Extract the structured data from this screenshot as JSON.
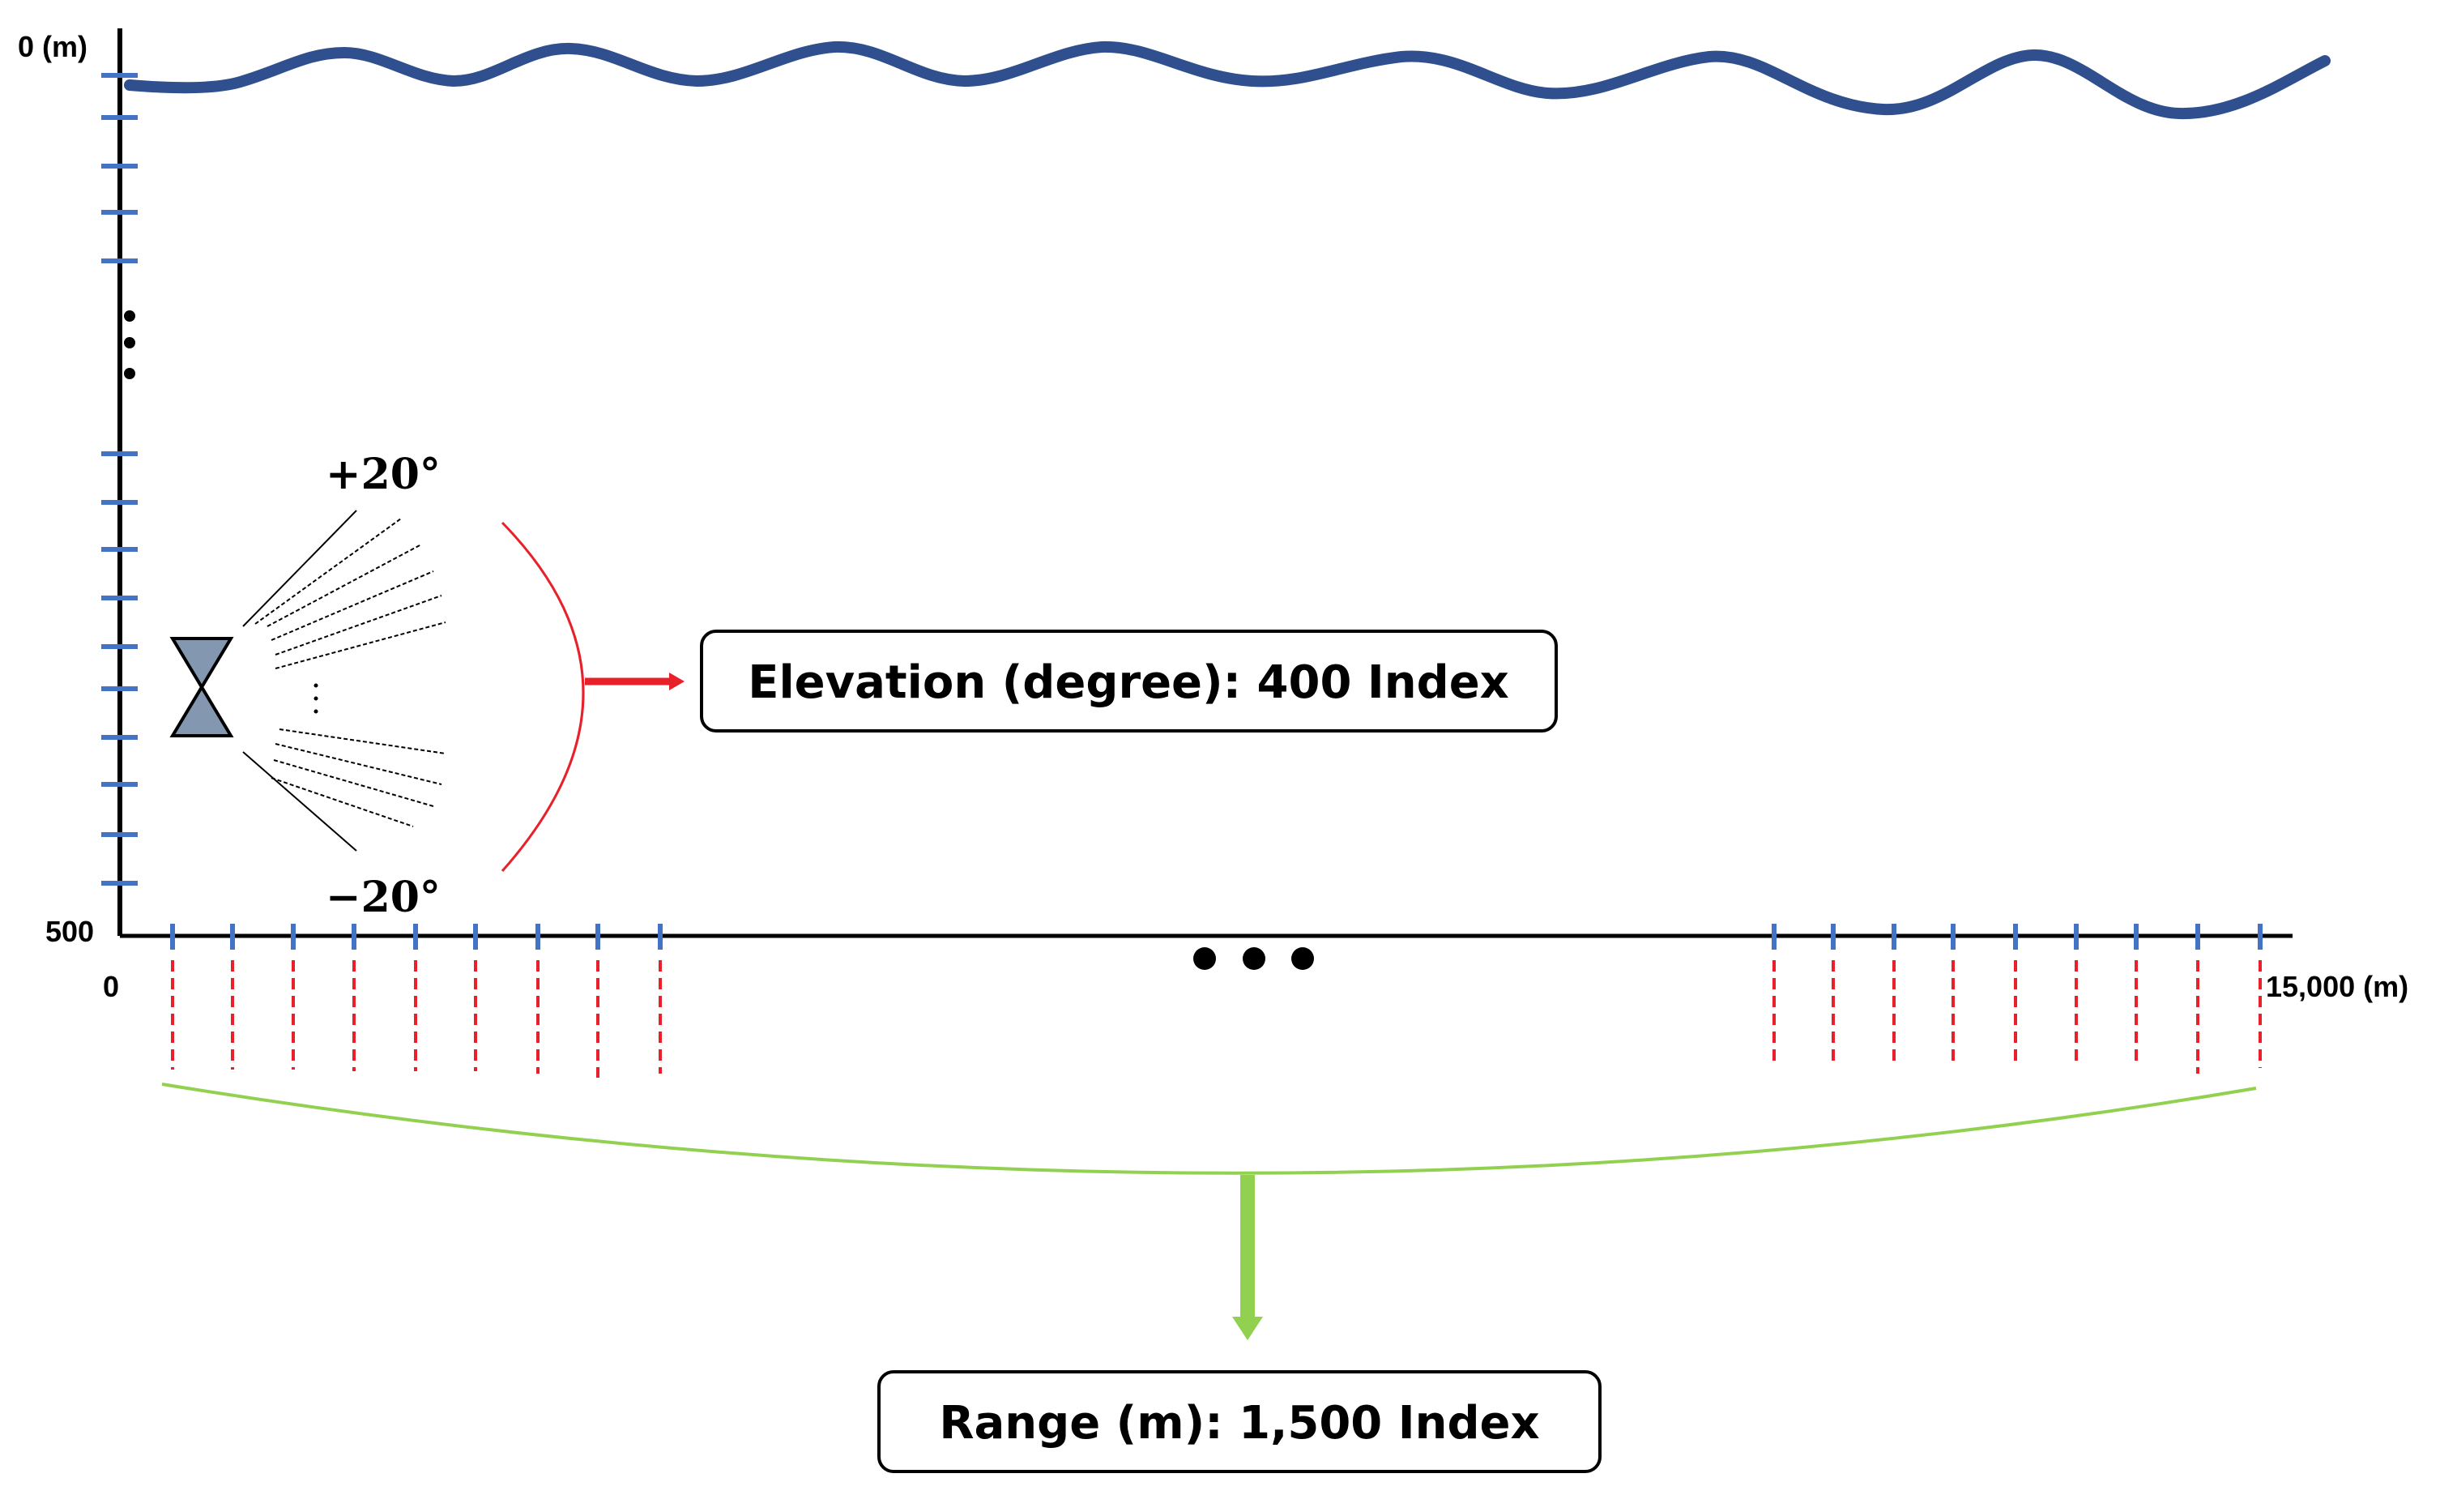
{
  "axes": {
    "depth_top_label": "0 (m)",
    "depth_bottom_label": "500",
    "range_start_label": "0",
    "range_end_label": "15,000 (m)"
  },
  "sonar": {
    "upper_angle_label": "+20°",
    "lower_angle_label": "−20°"
  },
  "boxes": {
    "elevation_label": "Elevation (degree): 400 Index",
    "range_label": "Range (m): 1,500 Index"
  },
  "colors": {
    "surface_wave": "#2f4f8f",
    "depth_ticks": "#4472c4",
    "range_ticks": "#4472c4",
    "range_dashes": "#e8202a",
    "elevation_bracket": "#e8202a",
    "elevation_arrow": "#e8202a",
    "range_bracket": "#92d050",
    "range_arrow": "#92d050",
    "transducer_fill": "#8497b0",
    "axis": "#000000"
  }
}
